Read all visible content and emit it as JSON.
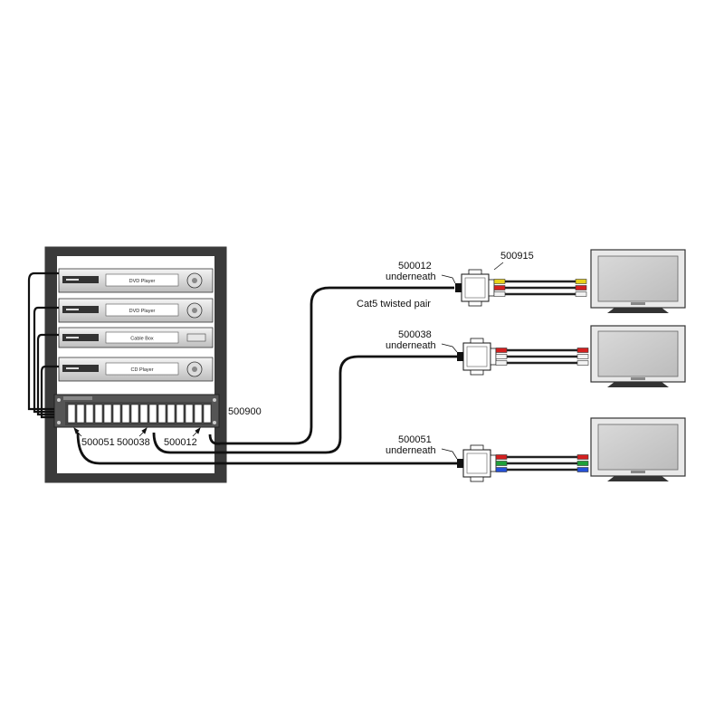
{
  "rack": {
    "devices": [
      {
        "label": "DVD Player"
      },
      {
        "label": "DVD Player"
      },
      {
        "label": "Cable Box"
      },
      {
        "label": "CD Player"
      }
    ],
    "hub_label": "500900",
    "port_labels": [
      "500051",
      "500038",
      "500012"
    ]
  },
  "receivers": [
    {
      "part": "500012",
      "note": "underneath",
      "top_label": "500915",
      "cable_label": "Cat5 twisted pair",
      "wire_colors": [
        "#e8d21a",
        "#d42020",
        "#f2f2f2"
      ]
    },
    {
      "part": "500038",
      "note": "underneath",
      "wire_colors": [
        "#d42020",
        "#f2f2f2",
        "#f2f2f2"
      ]
    },
    {
      "part": "500051",
      "note": "underneath",
      "wire_colors": [
        "#d42020",
        "#1fa03a",
        "#2550d8"
      ]
    }
  ],
  "colors": {
    "cable": "#111111",
    "rack": "#3a3a3a",
    "screen": "#cfcfcf"
  }
}
